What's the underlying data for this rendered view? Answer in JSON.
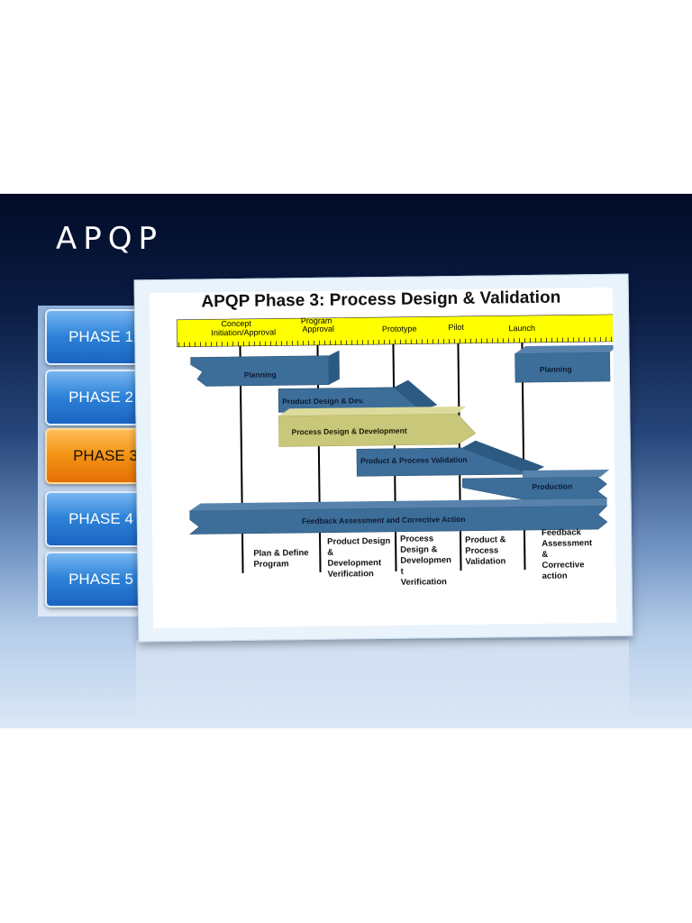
{
  "slide": {
    "title": "APQP"
  },
  "phases": [
    {
      "label": "PHASE 1",
      "active": false
    },
    {
      "label": "PHASE 2",
      "active": false
    },
    {
      "label": "PHASE 3",
      "active": true
    },
    {
      "label": "PHASE 4",
      "active": false
    },
    {
      "label": "PHASE 5",
      "active": false
    }
  ],
  "diagram": {
    "title": "APQP Phase 3: Process Design & Validation",
    "timeline": {
      "labels": [
        {
          "text": "Concept",
          "line2": "Initiation/Approval"
        },
        {
          "text": "Program",
          "line2": "Approval"
        },
        {
          "text": "Prototype",
          "line2": ""
        },
        {
          "text": "Pilot",
          "line2": ""
        },
        {
          "text": "Launch",
          "line2": ""
        }
      ]
    },
    "bars": [
      {
        "label": "Planning",
        "color": "#3c6e99"
      },
      {
        "label": "Planning",
        "color": "#3c6e99"
      },
      {
        "label": "Product Design & Dev.",
        "color": "#3c6e99"
      },
      {
        "label": "Process Design & Development",
        "color": "#c9c77a"
      },
      {
        "label": "Product & Process Validation",
        "color": "#3c6e99"
      },
      {
        "label": "Production",
        "color": "#3c6e99"
      },
      {
        "label": "Feedback Assessment and Corrective Action",
        "color": "#3c6e99"
      }
    ],
    "columns": [
      [
        "Plan & Define",
        "Program"
      ],
      [
        "Product Design",
        "&",
        "Development",
        "Verification"
      ],
      [
        "Process",
        "Design &",
        "Developmen",
        "t",
        "Verification"
      ],
      [
        "Product &",
        "Process",
        "Validation"
      ],
      [
        "Feedback",
        "Assessment",
        "&",
        "Corrective",
        "action"
      ]
    ],
    "colors": {
      "timeline": "#ffff00",
      "blue_bar": "#3c6e99",
      "highlight_bar": "#c9c77a"
    }
  }
}
